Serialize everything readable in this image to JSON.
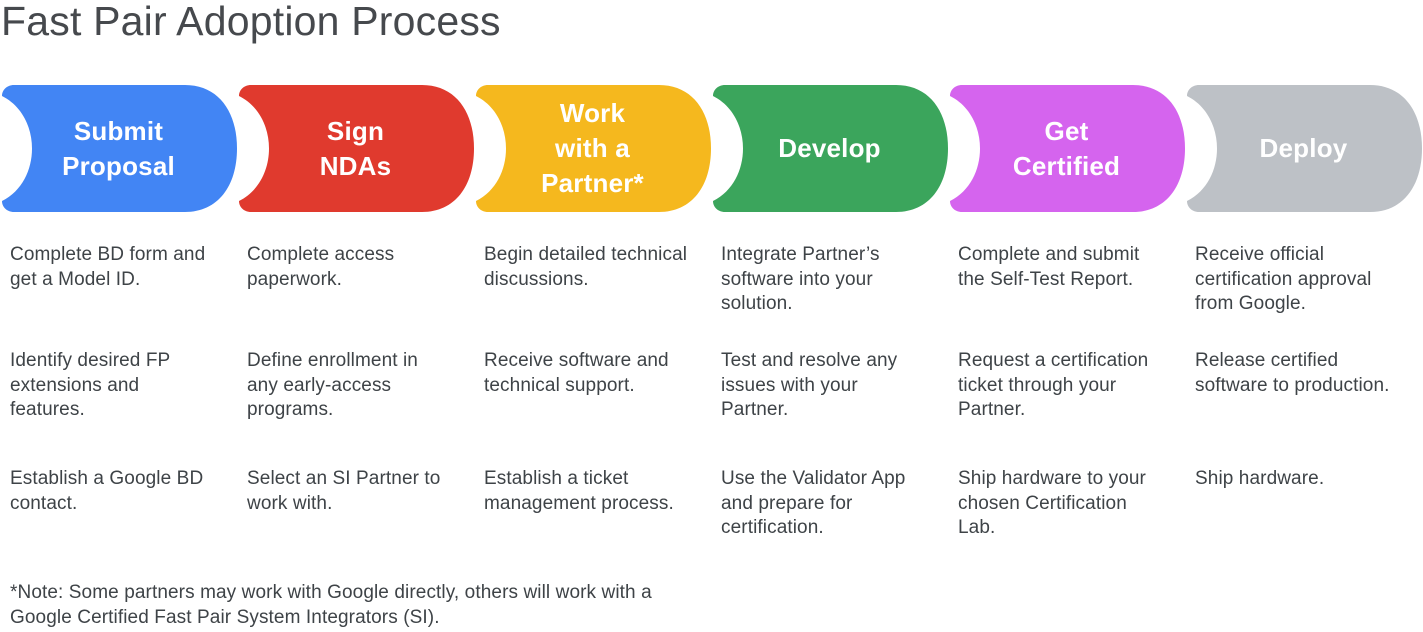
{
  "title": "Fast Pair Adoption Process",
  "palette": {
    "background": "#ffffff",
    "title_text": "#46494d",
    "body_text": "#3e4347",
    "stage_label_text": "#ffffff"
  },
  "stages": [
    {
      "label": "Submit\nProposal",
      "color": "#4285f4",
      "steps": [
        "Complete BD form and get a Model ID.",
        "Identify desired FP extensions and features.",
        "Establish a Google BD contact."
      ]
    },
    {
      "label": "Sign\nNDAs",
      "color": "#e03a2e",
      "steps": [
        "Complete access paperwork.",
        "Define enrollment in any early-access programs.",
        "Select an SI Partner to work with."
      ]
    },
    {
      "label": "Work\nwith a\nPartner*",
      "color": "#f5b81e",
      "steps": [
        "Begin detailed technical discussions.",
        "Receive software and technical support.",
        "Establish a ticket management process."
      ]
    },
    {
      "label": "Develop",
      "color": "#3ba55c",
      "steps": [
        "Integrate Partner’s software into your solution.",
        "Test and resolve any issues with your Partner.",
        "Use the Validator App and prepare for certification."
      ]
    },
    {
      "label": "Get\nCertified",
      "color": "#d564ee",
      "steps": [
        "Complete and submit the Self-Test Report.",
        "Request a certification ticket through your Partner.",
        "Ship hardware to your chosen Certification Lab."
      ]
    },
    {
      "label": "Deploy",
      "color": "#bdc1c6",
      "steps": [
        "Receive official certification approval from Google.",
        "Release certified software to production.",
        "Ship hardware."
      ]
    }
  ],
  "footnote": "*Note: Some partners may work with Google directly, others will work with a Google Certified Fast Pair System Integrators (SI)."
}
